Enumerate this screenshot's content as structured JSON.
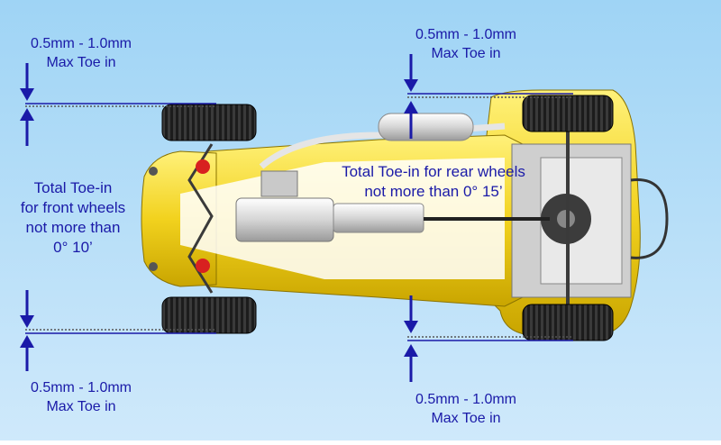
{
  "annotations": {
    "front_top": {
      "range": "0.5mm - 1.0mm",
      "label": "Max Toe in"
    },
    "front_bottom": {
      "range": "0.5mm - 1.0mm",
      "label": "Max Toe in"
    },
    "rear_top": {
      "range": "0.5mm - 1.0mm",
      "label": "Max Toe in"
    },
    "rear_bottom": {
      "range": "0.5mm - 1.0mm",
      "label": "Max Toe in"
    },
    "front_total": {
      "line1": "Total Toe-in",
      "line2": "for front wheels",
      "line3": "not more than",
      "line4": "0° 10’"
    },
    "rear_total": {
      "line1": "Total Toe-in for rear wheels",
      "line2": "not more than 0° 15’"
    }
  },
  "colors": {
    "background_top": "#9fd4f5",
    "background_bottom": "#cfe9fb",
    "arrow": "#1a1aa8",
    "car_body": "#f2d21e",
    "tyre": "#1c1c1c"
  }
}
